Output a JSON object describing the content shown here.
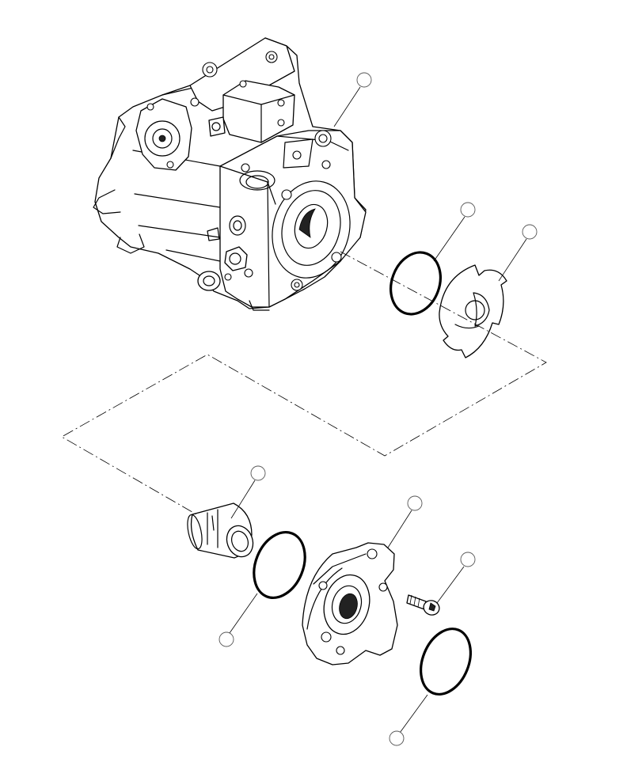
{
  "figure": {
    "type": "exploded-parts-diagram",
    "callouts": [
      {
        "id": "callout-pump-assembly"
      },
      {
        "id": "callout-oring-upper"
      },
      {
        "id": "callout-gasket-plate"
      },
      {
        "id": "callout-coupling"
      },
      {
        "id": "callout-adapter-flange"
      },
      {
        "id": "callout-oring-middle"
      },
      {
        "id": "callout-screw"
      },
      {
        "id": "callout-oring-lower"
      }
    ],
    "line_color": "#000000",
    "background": "#ffffff"
  }
}
